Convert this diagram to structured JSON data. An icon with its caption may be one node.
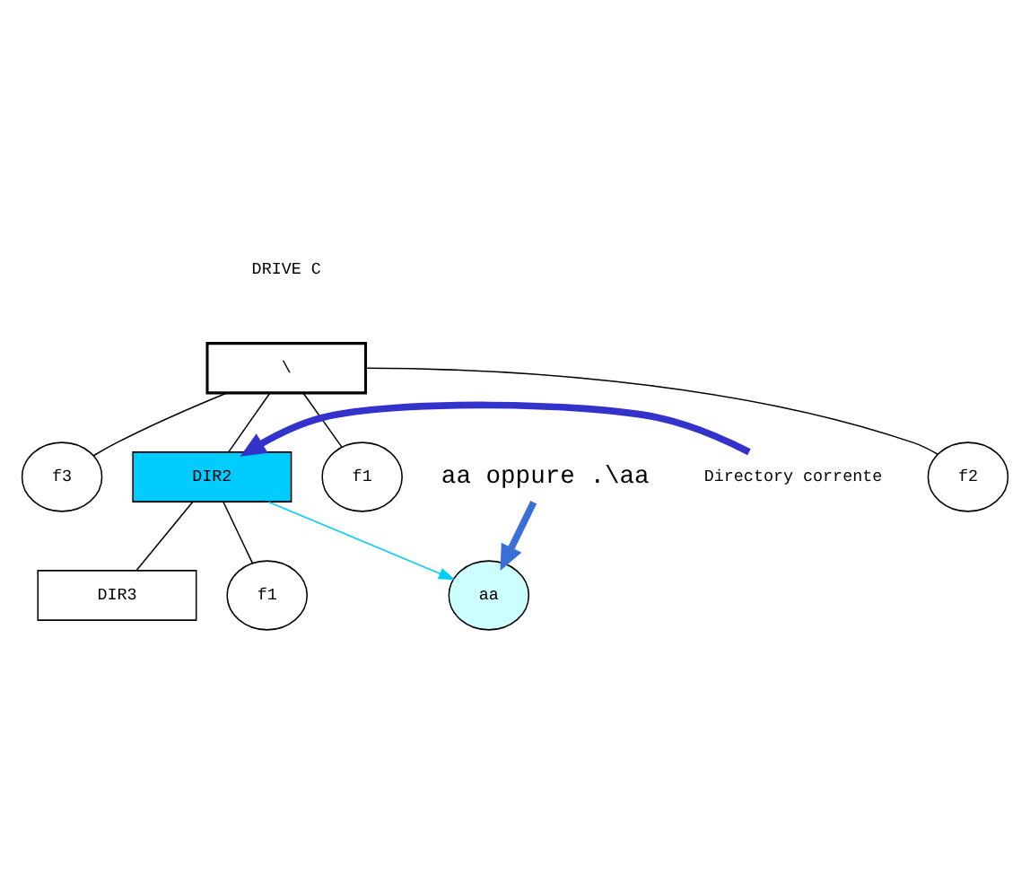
{
  "diagram": {
    "nodes": [
      {
        "text": [
          "\\"
        ]
      },
      {
        "text": [
          "f1"
        ]
      },
      {
        "text": [
          "f2"
        ]
      },
      {
        "text": [
          "DIR2"
        ]
      },
      {
        "text": [
          "f3"
        ]
      },
      {
        "text": [
          "Directory corrente"
        ]
      },
      {
        "text": [
          "aa"
        ]
      },
      {
        "text": [
          "f1"
        ]
      },
      {
        "text": [
          "DIR3"
        ]
      },
      {
        "text": [
          "aa oppure .\\aa"
        ]
      }
    ],
    "edges": [
      {
        "from": 0,
        "to": 1,
        "arrow": "none"
      },
      {
        "from": 0,
        "to": 2,
        "arrow": "none"
      },
      {
        "from": 0,
        "to": 3,
        "arrow": "none"
      },
      {
        "from": 0,
        "to": 4,
        "arrow": "none"
      },
      {
        "from": 5,
        "to": 3,
        "arrow": "to",
        "style": "thick",
        "color": "#3333cc"
      },
      {
        "from": 3,
        "to": 6,
        "arrow": "to",
        "color": "#00ccff"
      },
      {
        "from": 3,
        "to": 7,
        "arrow": "none"
      },
      {
        "from": 3,
        "to": 8,
        "arrow": "none"
      },
      {
        "from": 9,
        "to": 6,
        "arrow": "to",
        "style": "thick",
        "color": "#3a6fd8"
      }
    ],
    "labels": [
      "DRIVE C"
    ]
  }
}
